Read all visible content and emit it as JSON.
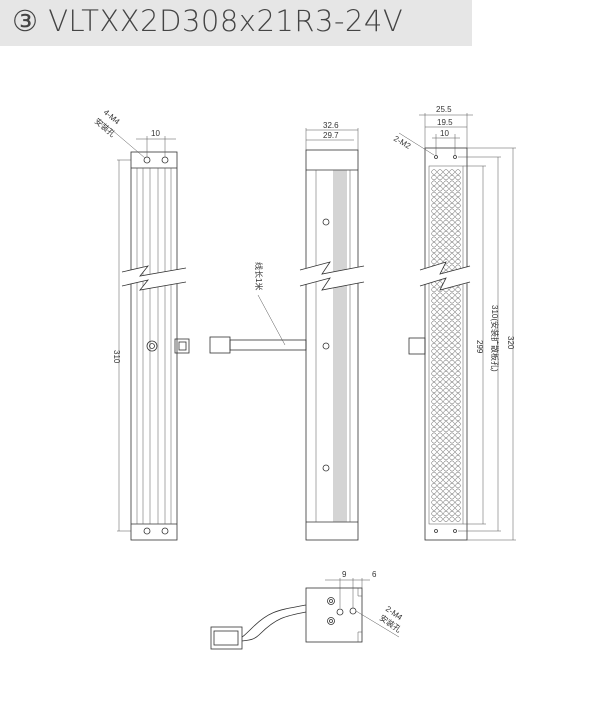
{
  "title": "③ VLTXX2D308x21R3-24V",
  "left_view": {
    "callout_line1": "4-M4",
    "callout_line2": "安装孔",
    "dim_top": "10",
    "dim_length": "310"
  },
  "middle_view": {
    "dim_outer": "32.6",
    "dim_inner": "29.7",
    "cable_label": "线长1米"
  },
  "right_view": {
    "dim_width": "25.5",
    "dim_mid": "19.5",
    "dim_holes": "10",
    "callout": "2-M2",
    "dim_299": "299",
    "dim_310": "310(安装扩散板孔)",
    "dim_320": "320"
  },
  "bottom_view": {
    "dim_a": "9",
    "dim_b": "6",
    "callout_line1": "2-M4",
    "callout_line2": "安装孔"
  }
}
